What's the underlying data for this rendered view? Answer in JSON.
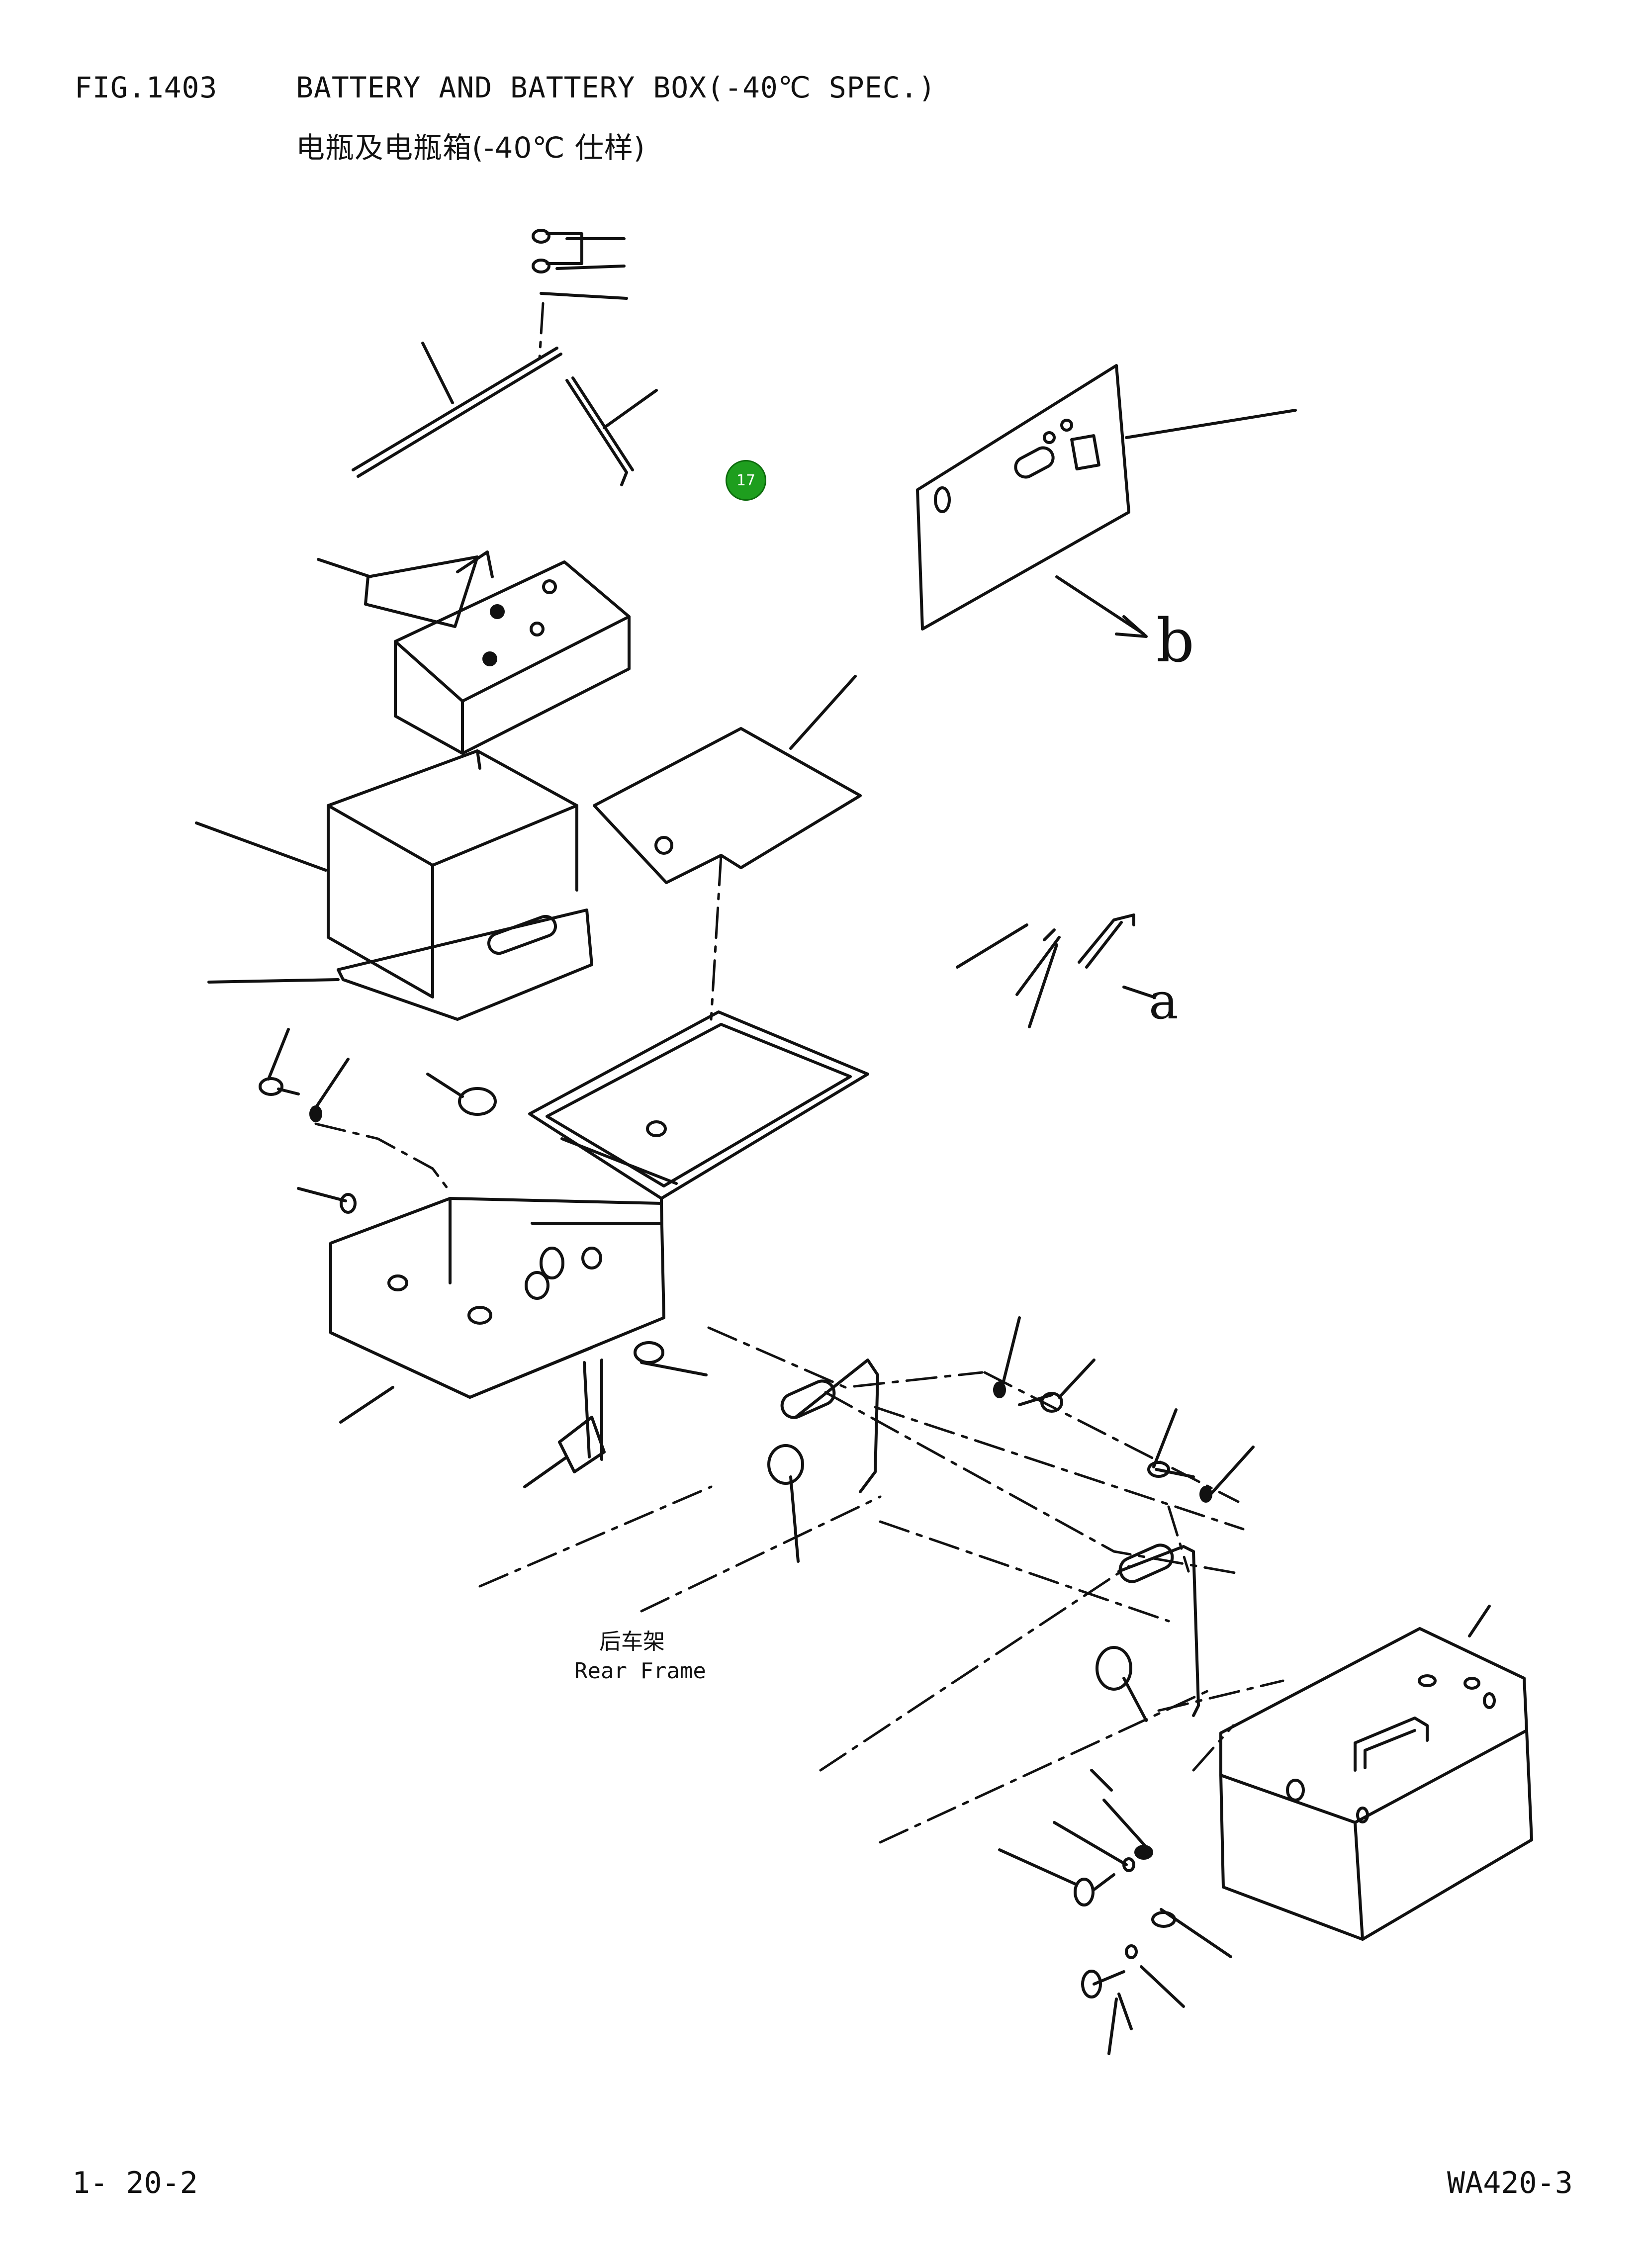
{
  "header": {
    "fig_id": "FIG.1403",
    "title_en": "BATTERY AND BATTERY BOX(-40℃ SPEC.)",
    "title_cn": "电瓶及电瓶箱(-40℃ 仕样)"
  },
  "labels": {
    "rear_frame_cn": "后车架",
    "rear_frame_en": "Rear Frame",
    "callout_b": "b",
    "callout_a": "a"
  },
  "marker": {
    "label": "17",
    "color": "#1e9e1e"
  },
  "footer": {
    "page_number": "1- 20-2",
    "model": "WA420-3"
  }
}
